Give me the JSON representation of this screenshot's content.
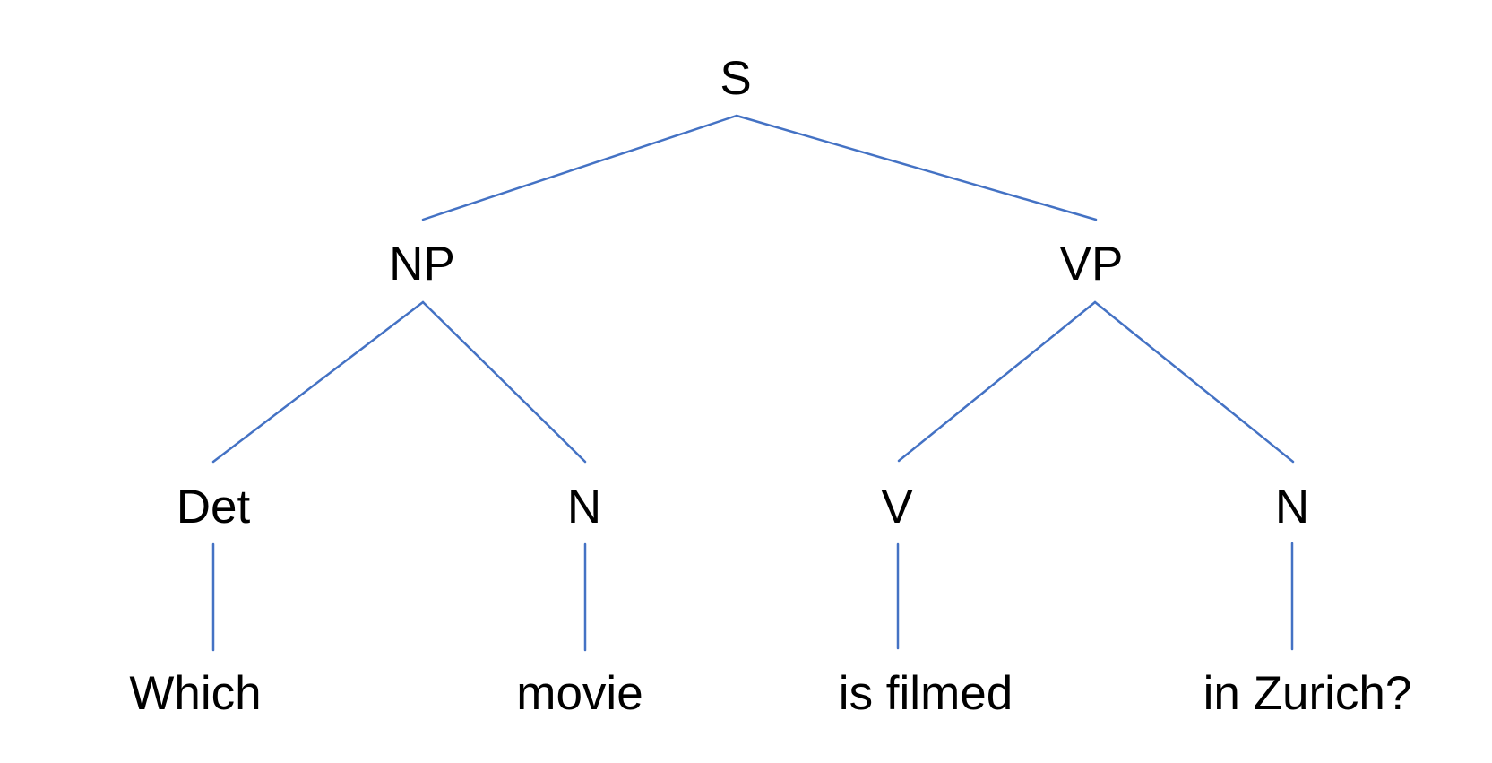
{
  "diagram": {
    "type": "syntax-parse-tree",
    "colors": {
      "edge": "#4472C4",
      "text": "#000000",
      "background": "#FFFFFF"
    },
    "nodes": {
      "s": {
        "label": "S"
      },
      "np": {
        "label": "NP"
      },
      "vp": {
        "label": "VP"
      },
      "det": {
        "label": "Det"
      },
      "n_left": {
        "label": "N"
      },
      "v": {
        "label": "V"
      },
      "n_right": {
        "label": "N"
      },
      "leaf_which": {
        "label": "Which"
      },
      "leaf_movie": {
        "label": "movie"
      },
      "leaf_is_filmed": {
        "label": "is filmed"
      },
      "leaf_in_zurich": {
        "label": "in Zurich?"
      }
    },
    "edges": [
      {
        "from": "S",
        "to": "NP"
      },
      {
        "from": "S",
        "to": "VP"
      },
      {
        "from": "NP",
        "to": "Det"
      },
      {
        "from": "NP",
        "to": "N"
      },
      {
        "from": "VP",
        "to": "V"
      },
      {
        "from": "VP",
        "to": "N"
      },
      {
        "from": "Det",
        "to": "Which"
      },
      {
        "from": "N",
        "to": "movie"
      },
      {
        "from": "V",
        "to": "is filmed"
      },
      {
        "from": "N",
        "to": "in Zurich?"
      }
    ]
  }
}
